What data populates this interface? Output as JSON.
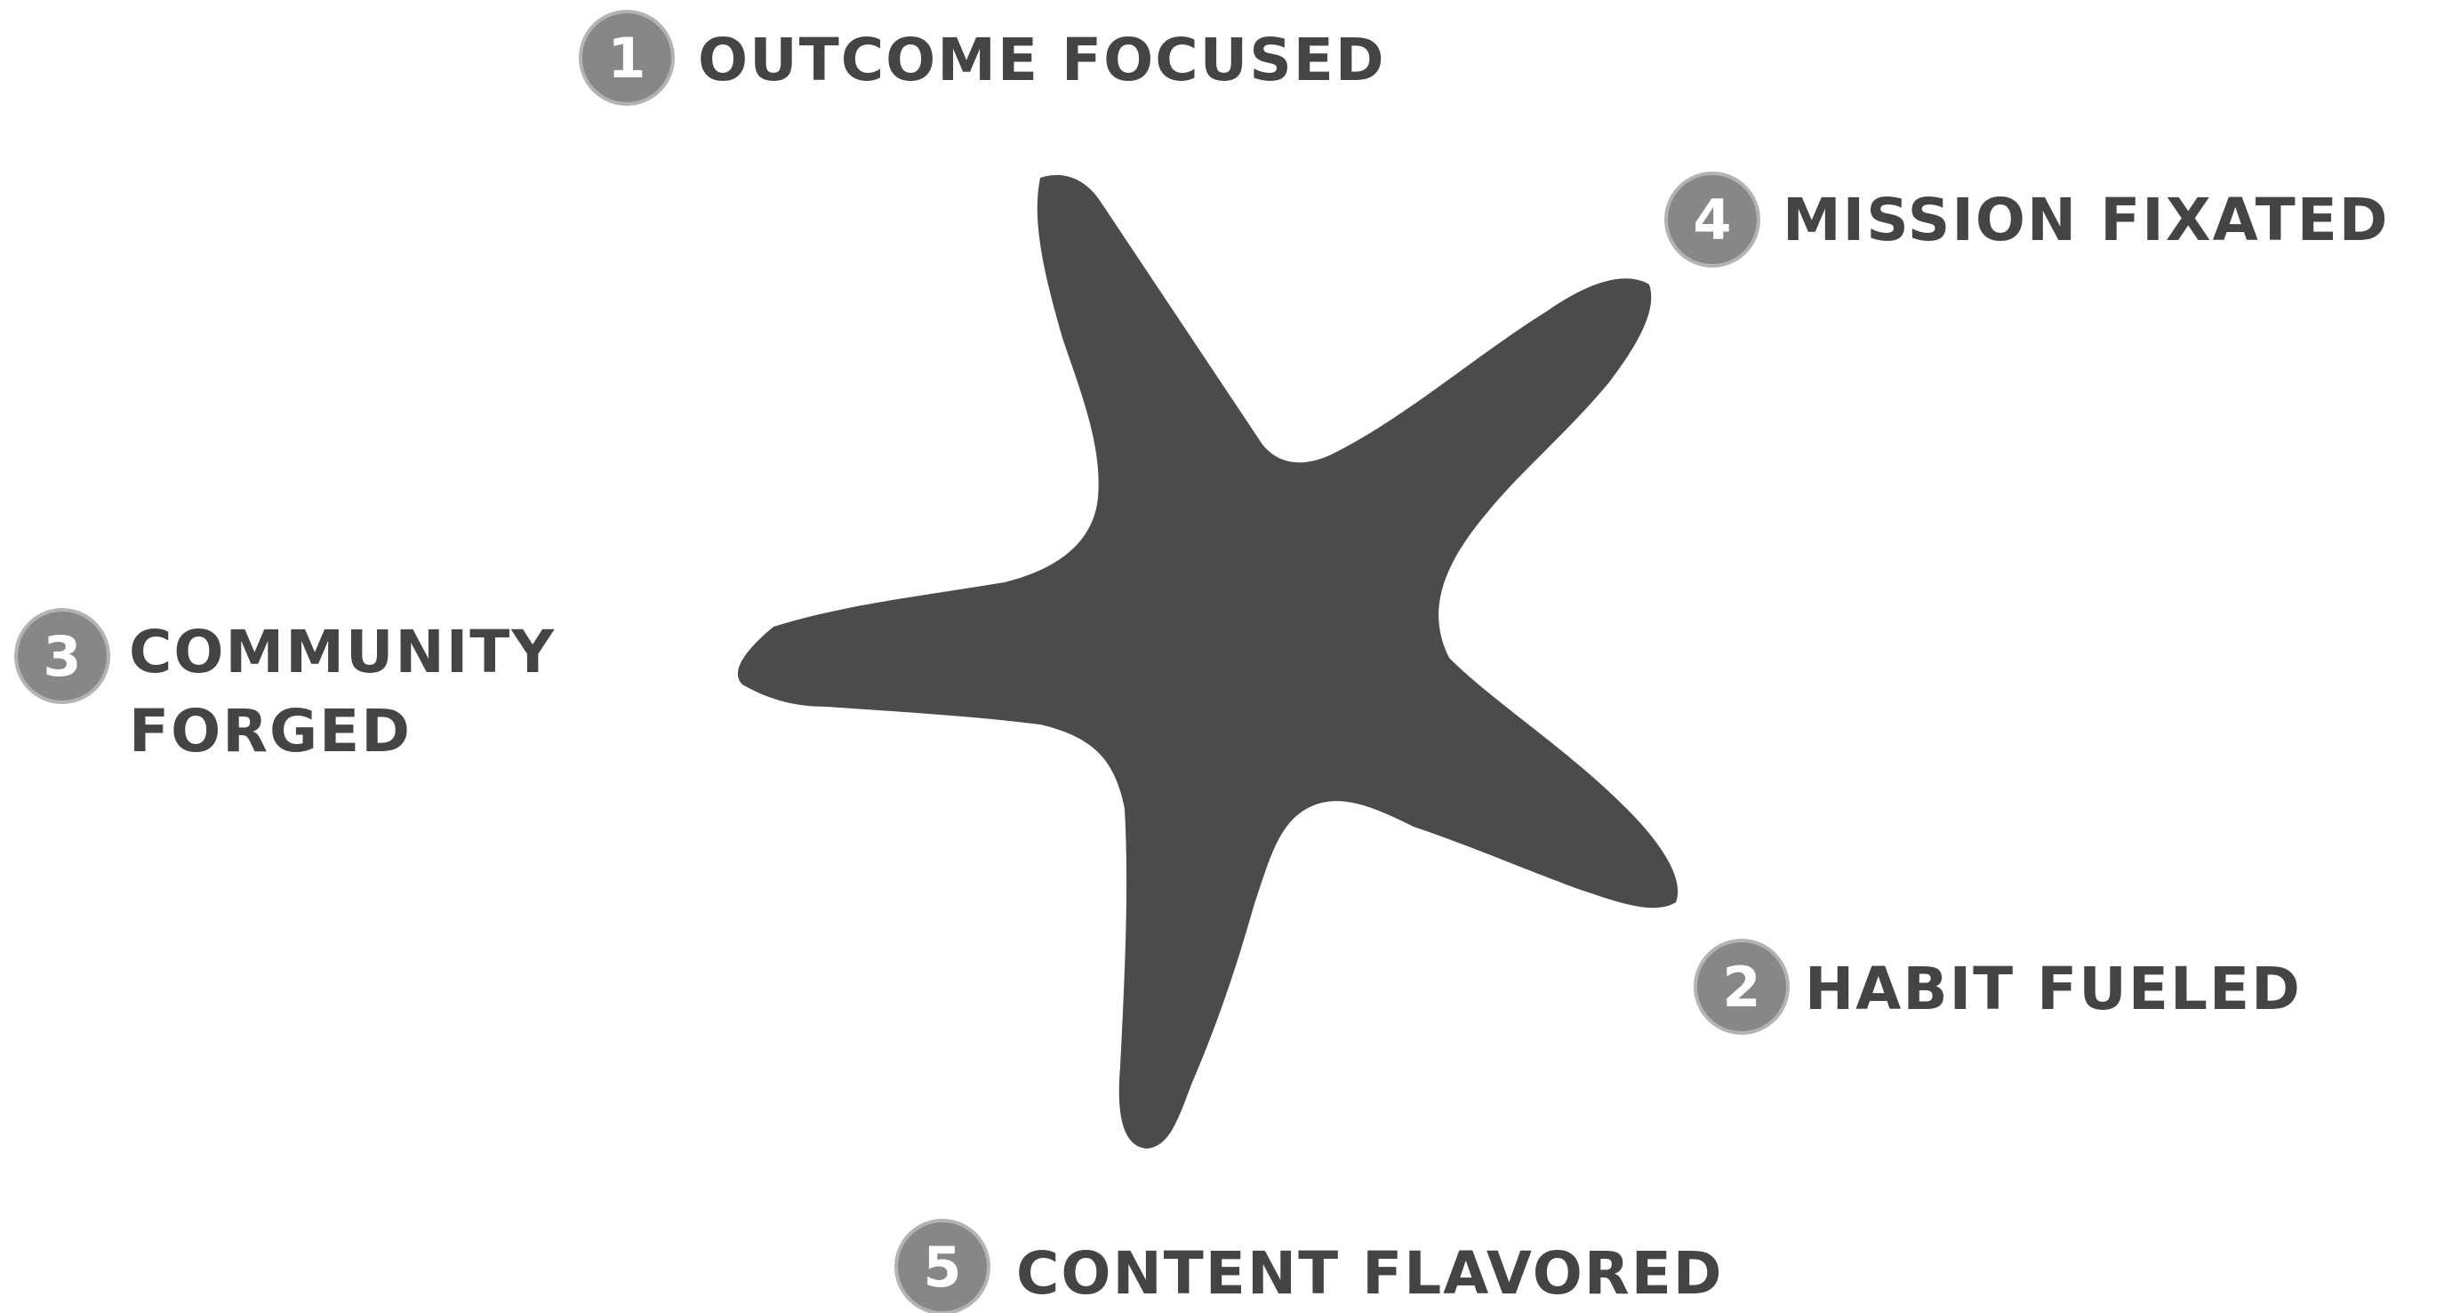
{
  "diagram": {
    "center_shape": "starfish",
    "colors": {
      "starfish": "#4b4b4b",
      "text": "#444444",
      "badge_fill": "#878787",
      "badge_ring": "#b3b3b3",
      "badge_digit": "#ffffff",
      "background": "#ffffff"
    },
    "items": [
      {
        "number": "1",
        "label": "OUTCOME FOCUSED"
      },
      {
        "number": "2",
        "label": "HABIT FUELED"
      },
      {
        "number": "3",
        "label_line1": "COMMUNITY",
        "label_line2": "FORGED"
      },
      {
        "number": "4",
        "label": "MISSION FIXATED"
      },
      {
        "number": "5",
        "label": "CONTENT FLAVORED"
      }
    ]
  }
}
